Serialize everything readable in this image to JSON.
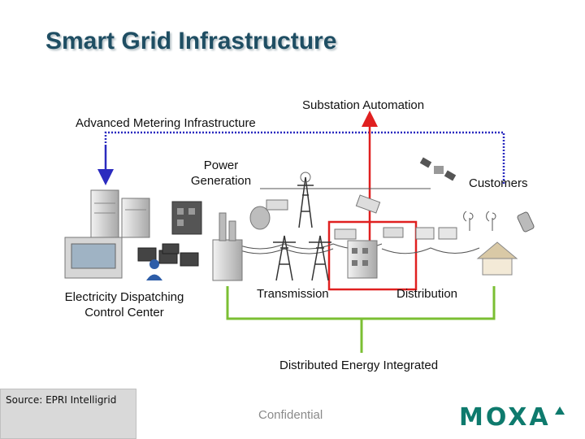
{
  "title": "Smart Grid Infrastructure",
  "labels": {
    "substation_automation": "Substation Automation",
    "advanced_metering": "Advanced Metering Infrastructure",
    "power_generation_line1": "Power",
    "power_generation_line2": "Generation",
    "customers": "Customers",
    "dispatching_line1": "Electricity Dispatching",
    "dispatching_line2": "Control Center",
    "transmission": "Transmission",
    "distribution": "Distribution",
    "distributed_energy": "Distributed Energy Integrated"
  },
  "footer": {
    "source": "Source: EPRI Intelligrid",
    "confidential": "Confidential",
    "logo_text": "MOXA"
  },
  "colors": {
    "title": "#1f4e63",
    "metering_line": "#2b2bbf",
    "substation_line": "#e02020",
    "distributed_line": "#7bbf33",
    "logo": "#0e7a6d"
  }
}
